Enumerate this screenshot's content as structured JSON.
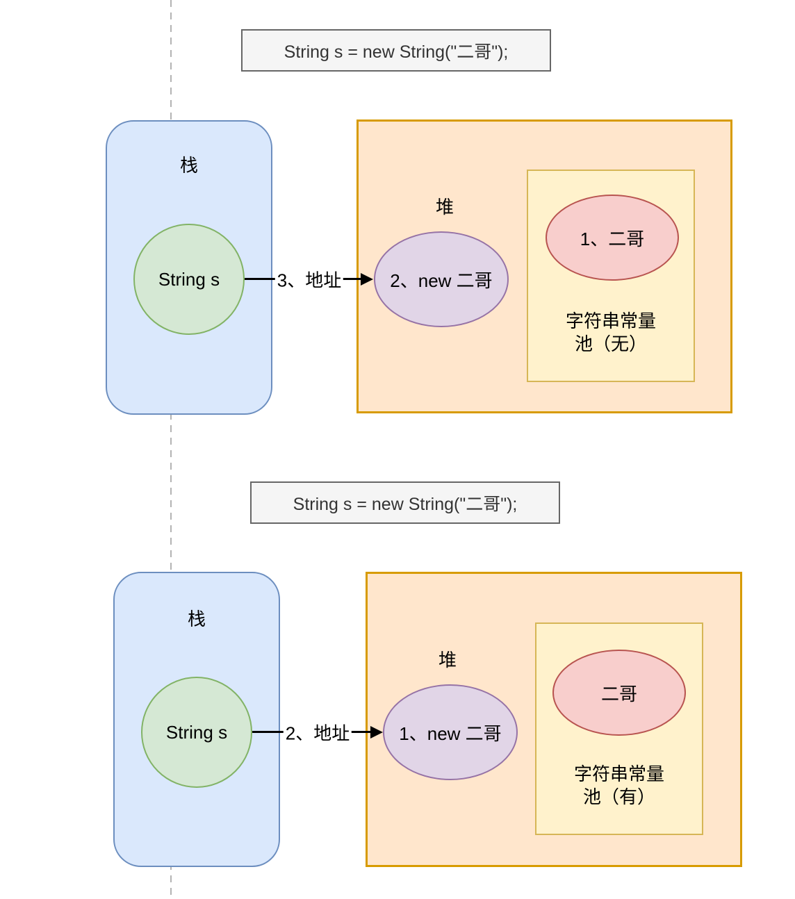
{
  "colors": {
    "stack_fill": "#dae8fc",
    "stack_border": "#6c8ebf",
    "variable_fill": "#d5e8d4",
    "variable_border": "#82b366",
    "heap_fill": "#ffe6cc",
    "heap_border": "#d79b00",
    "pool_fill": "#fff2cc",
    "pool_border": "#d6b656",
    "heap_object_fill": "#e1d5e7",
    "heap_object_border": "#9673a6",
    "constant_fill": "#f8cecc",
    "constant_border": "#b85450",
    "code_box_fill": "#f5f5f5",
    "code_box_border": "#666666",
    "code_text": "#333333",
    "arrow": "#000000",
    "timeline_dash": "#b3b3b3"
  },
  "diagrams": [
    {
      "title": "String s = new String(\"二哥\");",
      "stack": {
        "label": "栈",
        "variable": "String s"
      },
      "arrow": {
        "label": "3、地址"
      },
      "heap": {
        "label": "堆",
        "object": "2、new 二哥",
        "pool": {
          "constant": "1、二哥",
          "label_line1": "字符串常量",
          "label_line2": "池（无）"
        }
      }
    },
    {
      "title": "String s = new String(\"二哥\");",
      "stack": {
        "label": "栈",
        "variable": "String s"
      },
      "arrow": {
        "label": "2、地址"
      },
      "heap": {
        "label": "堆",
        "object": "1、new 二哥",
        "pool": {
          "constant": "二哥",
          "label_line1": "字符串常量",
          "label_line2": "池（有）"
        }
      }
    }
  ]
}
